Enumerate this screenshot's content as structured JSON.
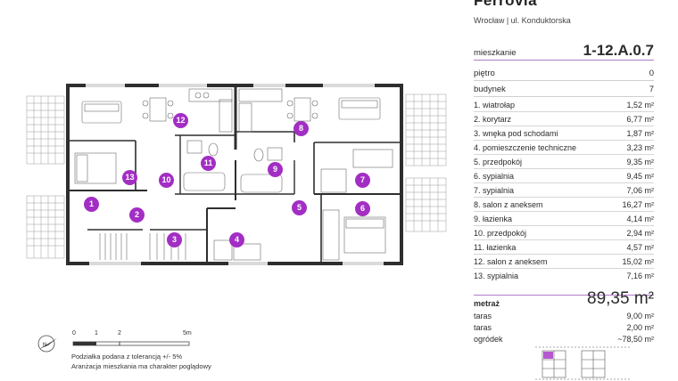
{
  "header": {
    "brand": "Ferrovia",
    "location": "Wrocław | ul. Konduktorska"
  },
  "summary": [
    {
      "label": "mieszkanie",
      "value": "1-12.A.0.7"
    },
    {
      "label": "piętro",
      "value": "0"
    },
    {
      "label": "budynek",
      "value": "7"
    }
  ],
  "rooms": [
    {
      "label": "1.  wiatrołap",
      "value": "1,52 m²"
    },
    {
      "label": "2.  korytarz",
      "value": "6,77 m²"
    },
    {
      "label": "3.  wnęka pod schodami",
      "value": "1,87 m²"
    },
    {
      "label": "4.  pomieszczenie techniczne",
      "value": "3,23 m²"
    },
    {
      "label": "5.  przedpokój",
      "value": "9,35 m²"
    },
    {
      "label": "6.  sypialnia",
      "value": "9,45 m²"
    },
    {
      "label": "7.  sypialnia",
      "value": "7,06 m²"
    },
    {
      "label": "8.  salon z aneksem",
      "value": "16,27 m²"
    },
    {
      "label": "9.  łazienka",
      "value": "4,14 m²"
    },
    {
      "label": "10. przedpokój",
      "value": "2,94 m²"
    },
    {
      "label": "11.  łazienka",
      "value": "4,57 m²"
    },
    {
      "label": "12. salon z aneksem",
      "value": "15,02 m²"
    },
    {
      "label": "13. sypialnia",
      "value": "7,16 m²"
    }
  ],
  "total": {
    "label": "metraż",
    "value": "89,35 m²"
  },
  "extras": [
    {
      "label": "taras",
      "value": "9,00 m²"
    },
    {
      "label": "taras",
      "value": "2,00 m²"
    },
    {
      "label": "ogródek",
      "value": "~78,50 m²"
    }
  ],
  "scale": {
    "t0": "0",
    "t1": "1",
    "t2": "2",
    "t5": "5m"
  },
  "notes": [
    "Podziałka podana z tolerancją +/- 5%",
    "Aranżacja mieszkania ma charakter poglądowy"
  ],
  "plan_badges": [
    "1",
    "2",
    "3",
    "4",
    "5",
    "6",
    "7",
    "8",
    "9",
    "10",
    "11",
    "12",
    "13"
  ],
  "colors": {
    "accent": "#a22ec4",
    "walls": "#3a3a3a"
  }
}
